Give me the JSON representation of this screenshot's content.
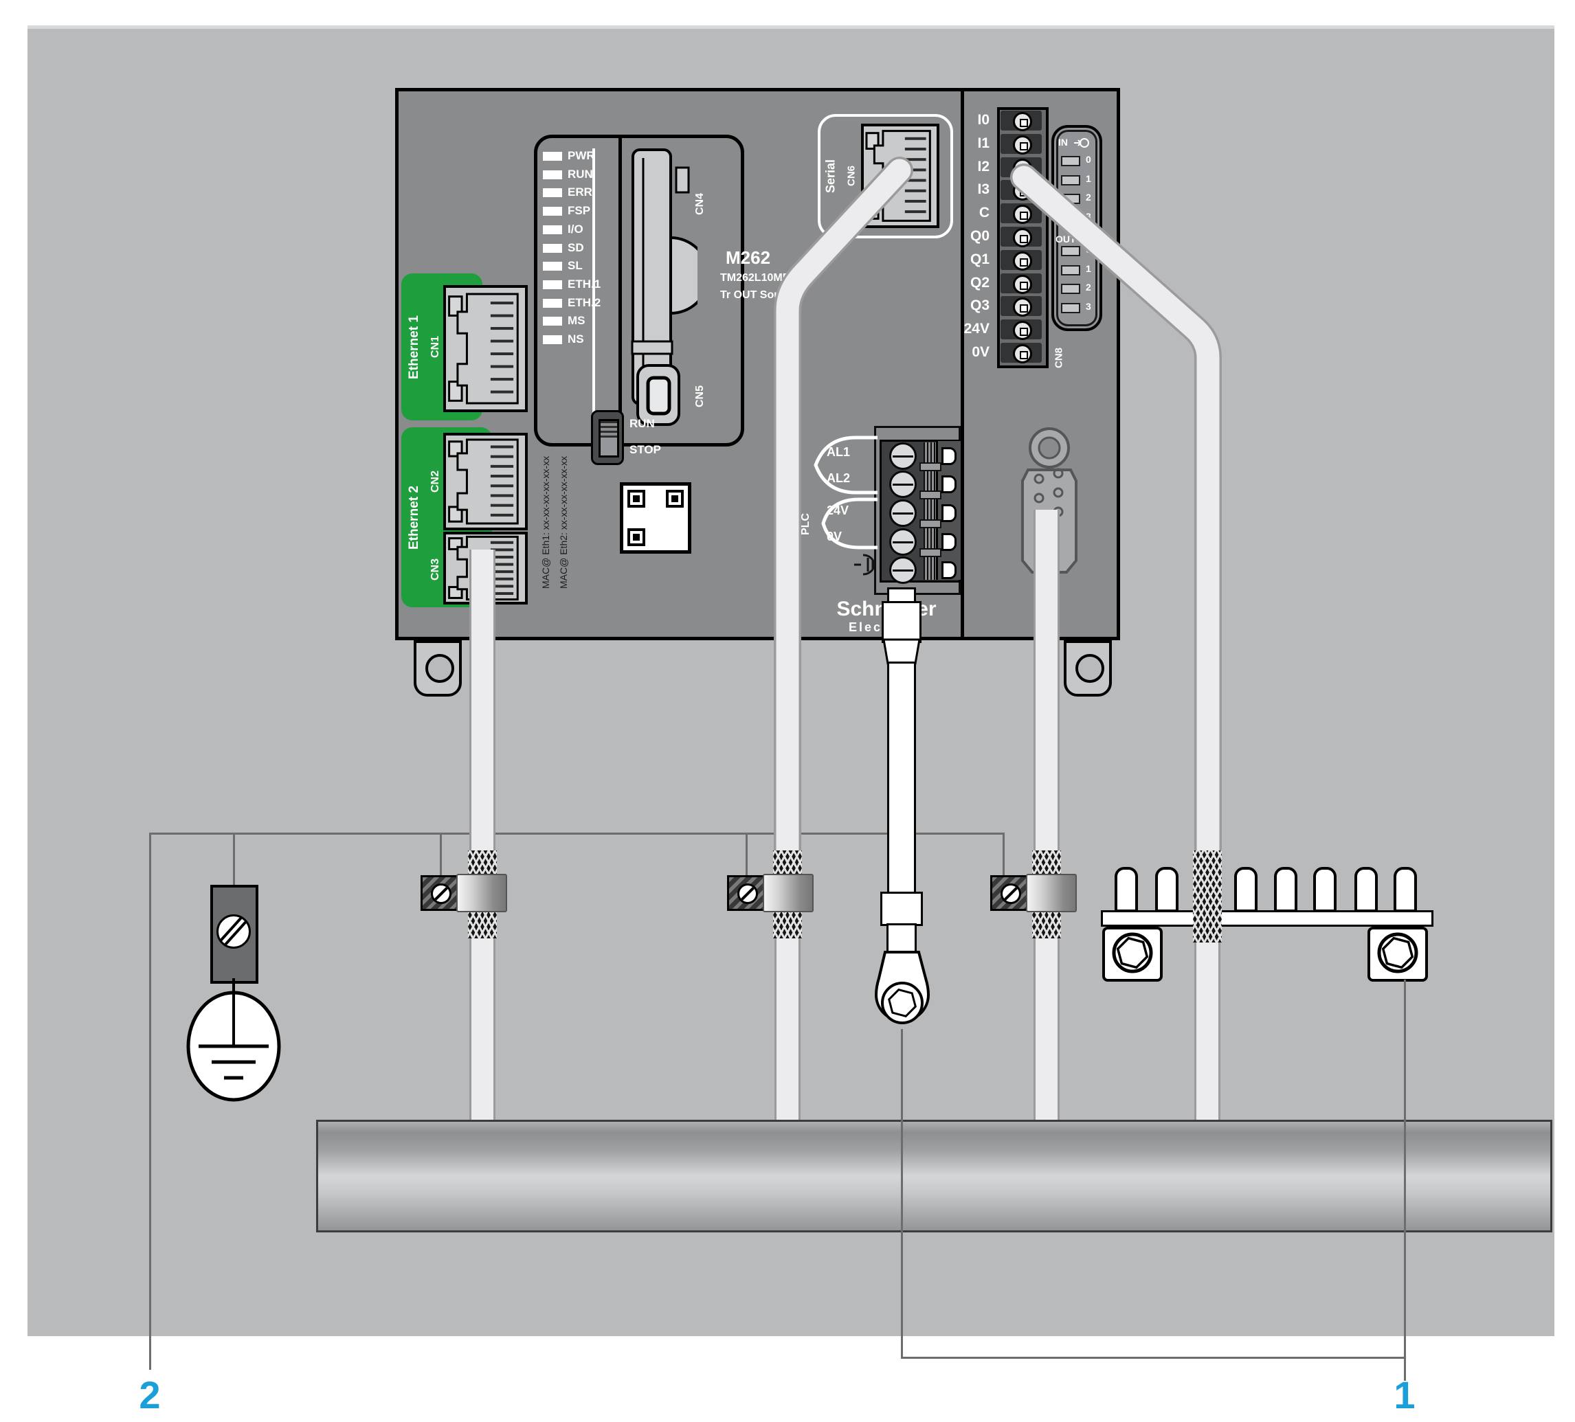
{
  "diagram": {
    "device": {
      "brand_line1": "Schneider",
      "brand_line2": "Electric™",
      "model_series": "M262",
      "model_ref": "TM262L10MESE8T",
      "model_output": "Tr OUT Source",
      "mac_eth1": "MAC@ Eth1: xx-xx-xx-xx-xx-xx",
      "mac_eth2": "MAC@ Eth2: xx-xx-xx-xx-xx-xx",
      "status_leds": [
        "PWR",
        "RUN",
        "ERR",
        "FSP",
        "I/O",
        "SD",
        "SL",
        "ETH.1",
        "ETH.2",
        "MS",
        "NS"
      ],
      "ethernet1": {
        "label": "Ethernet 1",
        "port": "CN1"
      },
      "ethernet2": {
        "label": "Ethernet 2",
        "ports": [
          "CN2",
          "CN3"
        ]
      },
      "sd_slot": "CN4",
      "usb_port": "CN5",
      "serial": {
        "label": "Serial",
        "port": "CN6"
      },
      "run_stop": {
        "run": "RUN",
        "stop": "STOP"
      },
      "power": {
        "labels": [
          "AL1",
          "AL2",
          "24V",
          "0V"
        ],
        "group": "PLC"
      },
      "io": {
        "terminals": [
          "I0",
          "I1",
          "I2",
          "I3",
          "C",
          "Q0",
          "Q1",
          "Q2",
          "Q3",
          "24V",
          "0V"
        ],
        "connector": "CN8",
        "in_label": "IN",
        "out_label": "OUT",
        "in_leds": [
          "0",
          "1",
          "2",
          "3"
        ],
        "out_leds": [
          "0",
          "1",
          "2",
          "3"
        ]
      }
    },
    "callouts": {
      "one": "1",
      "two": "2"
    },
    "colors": {
      "ethernet_green": "#1f9e3d",
      "callout_blue": "#1b9fd8",
      "panel_gray": "#b9babc",
      "device_gray": "#8a8b8c"
    }
  }
}
